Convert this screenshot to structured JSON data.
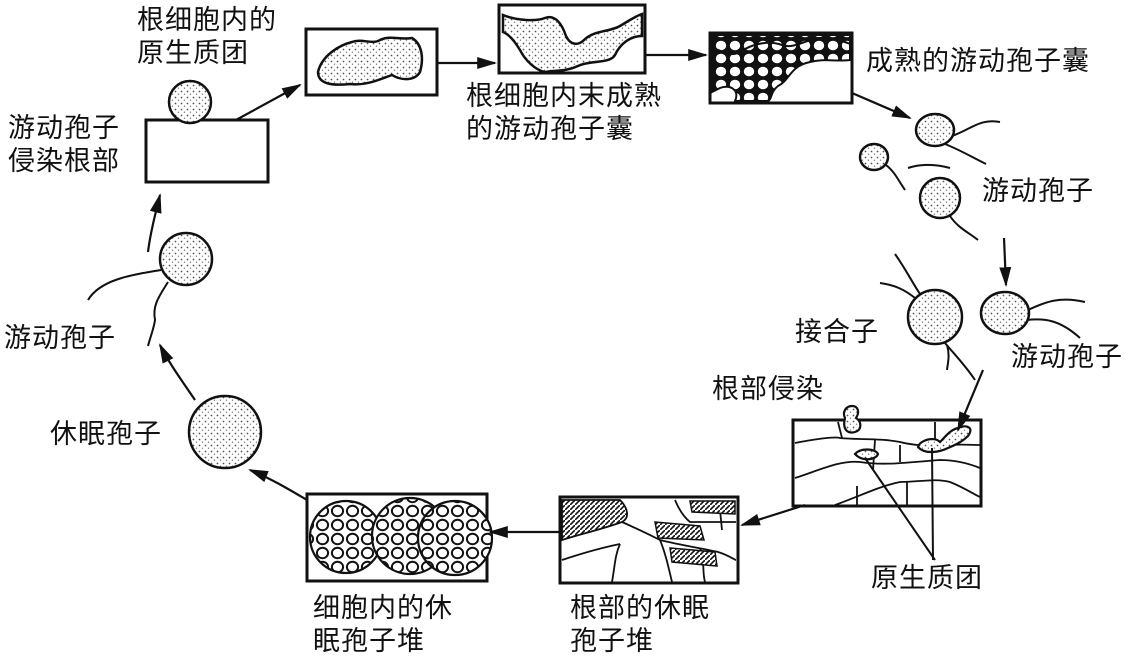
{
  "diagram": {
    "type": "life-cycle",
    "colors": {
      "ink": "#111111",
      "paper": "#ffffff",
      "stipple": "#555555"
    },
    "stages": [
      {
        "id": "zoospore-infects-root",
        "label": "游动孢子\n侵染根部"
      },
      {
        "id": "plasmodium-in-root-cell",
        "label": "根细胞内的\n原生质团"
      },
      {
        "id": "immature-zoosporangium",
        "label": "根细胞内末成熟\n的游动孢子囊"
      },
      {
        "id": "mature-zoosporangium",
        "label": "成熟的游动孢子囊"
      },
      {
        "id": "zoospores-1",
        "label": "游动孢子"
      },
      {
        "id": "zoospores-2",
        "label": "游动孢子"
      },
      {
        "id": "zygote",
        "label": "接合子"
      },
      {
        "id": "root-infection",
        "label": "根部侵染"
      },
      {
        "id": "plasmodium",
        "label": "原生质团"
      },
      {
        "id": "resting-spores-in-root",
        "label": "根部的休眠\n孢子堆"
      },
      {
        "id": "resting-spores-in-cell",
        "label": "细胞内的休\n眠孢子堆"
      },
      {
        "id": "resting-spore",
        "label": "休眠孢子"
      },
      {
        "id": "zoospore-germinated",
        "label": "游动孢子"
      }
    ]
  }
}
